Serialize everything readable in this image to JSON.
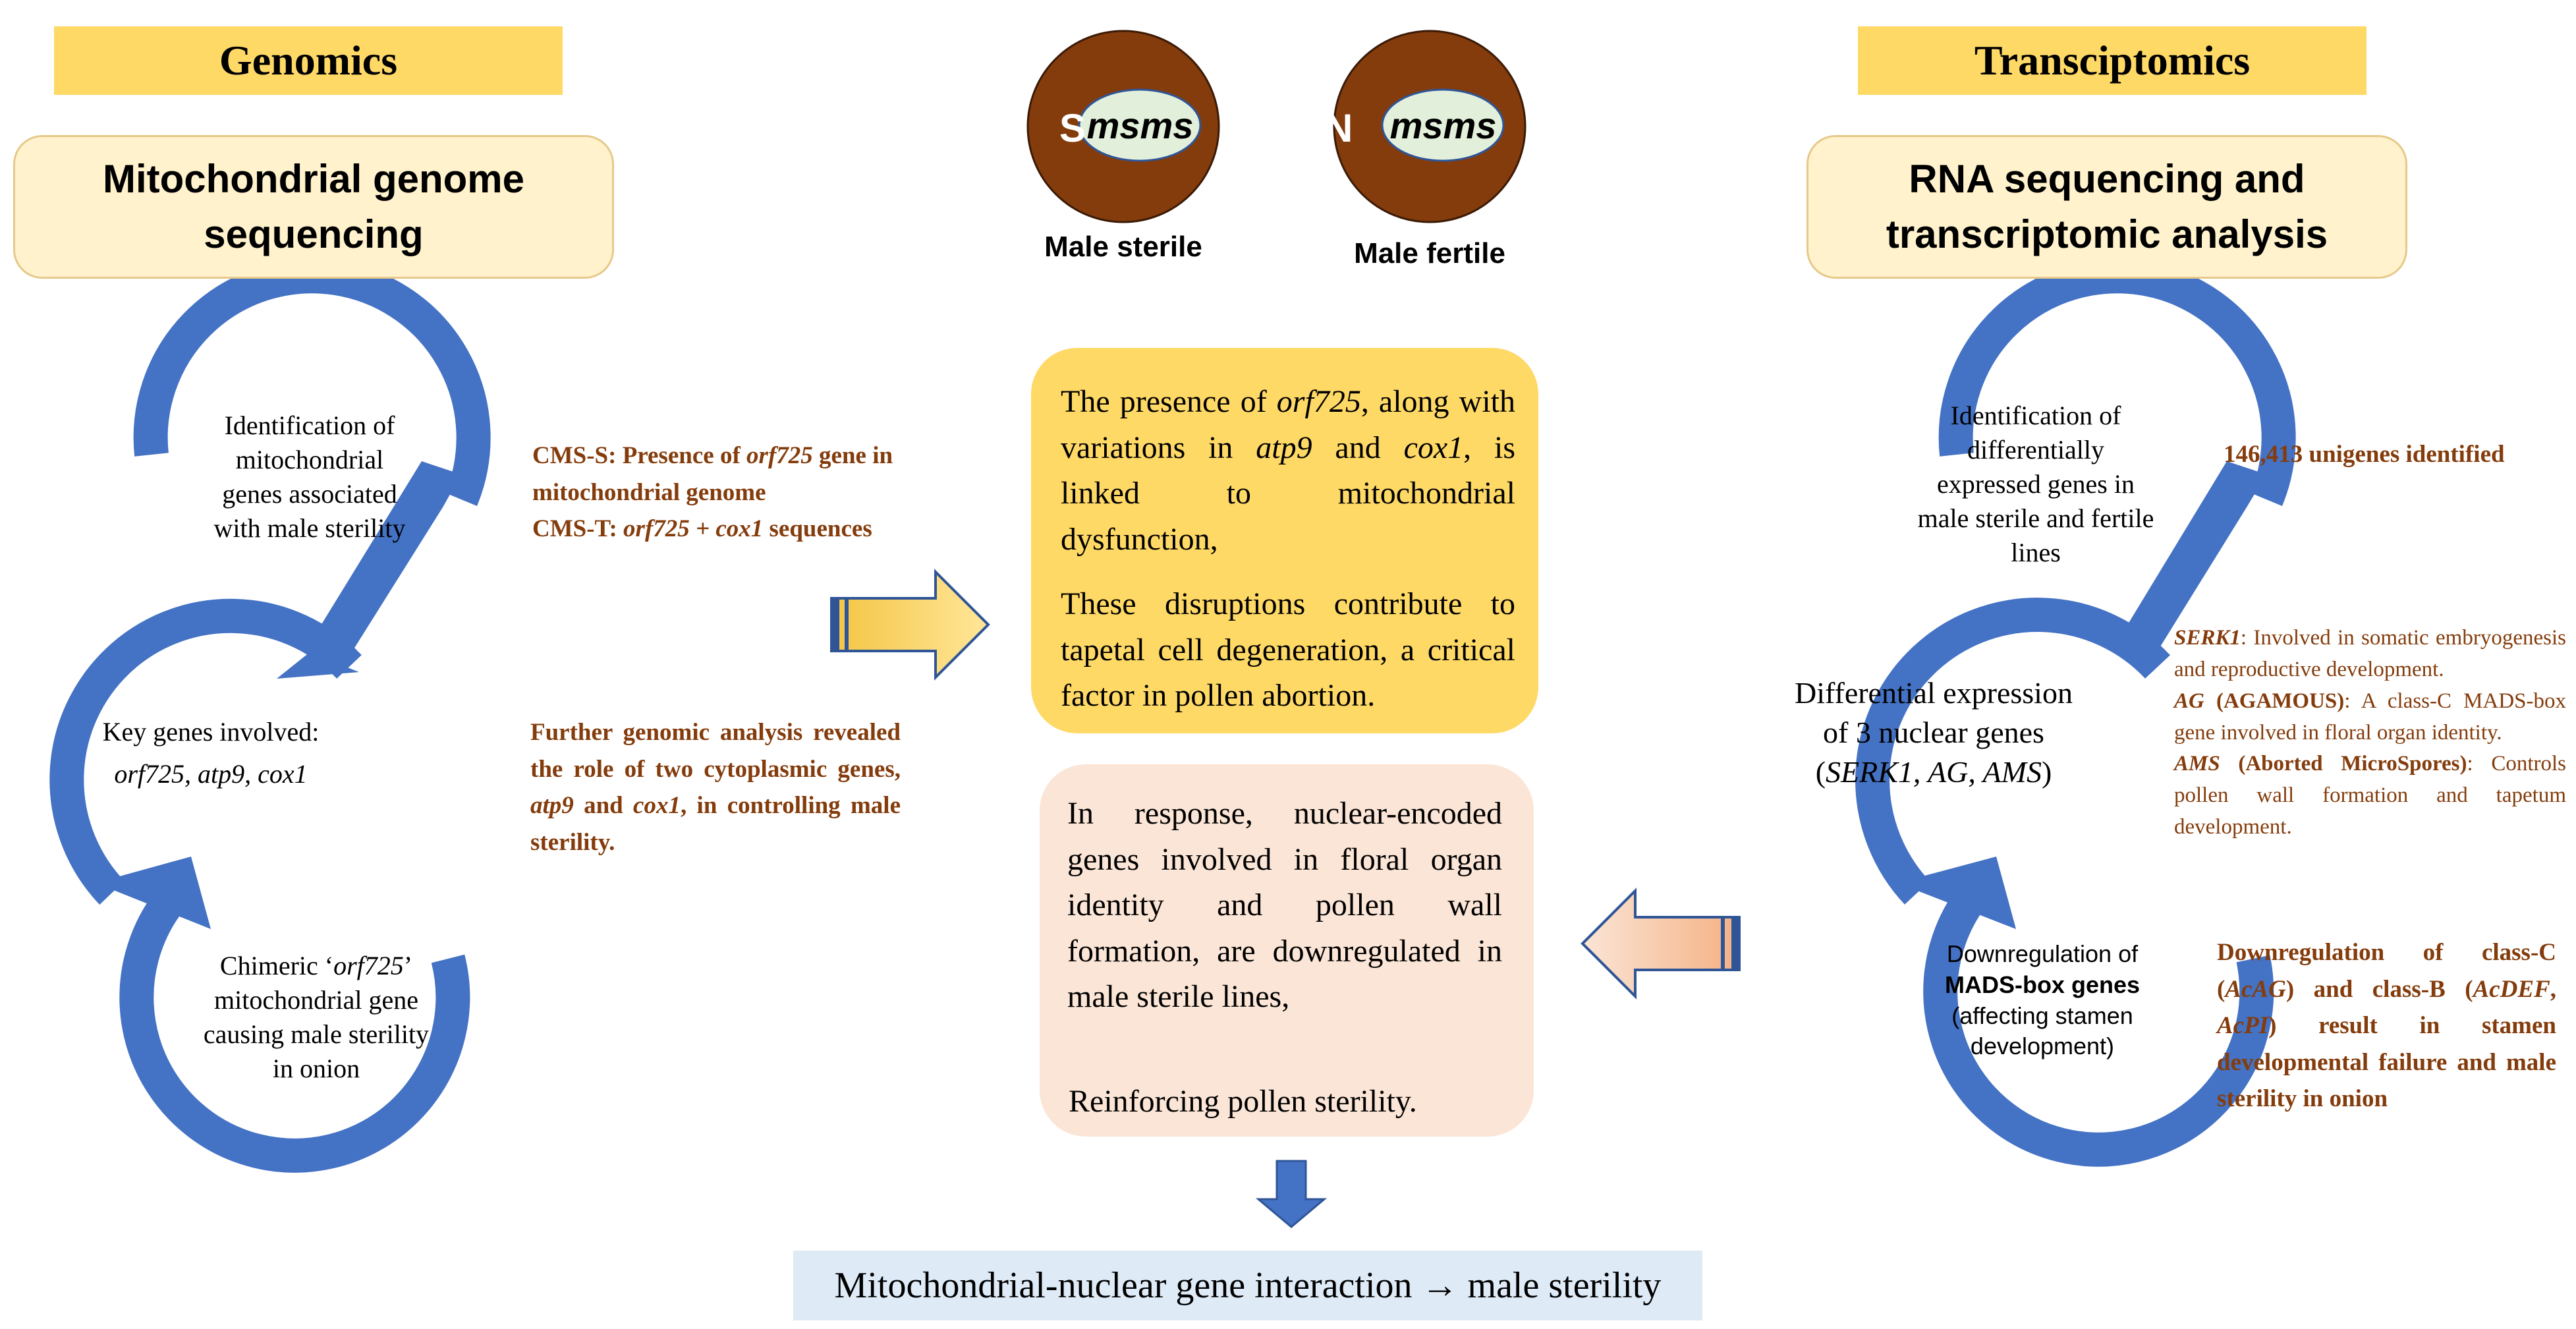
{
  "genomics": {
    "tag": "Genomics",
    "title": "Mitochondrial genome sequencing",
    "step1": "Identification of mitochondrial genes associated with male sterility",
    "step2_line1": "Key genes involved:",
    "step2_line2": "orf725, atp9, cox1",
    "step3_a": "Chimeric ‘",
    "step3_b": "orf725",
    "step3_c": "’ mitochondrial gene causing male sterility in onion",
    "note1_a": "CMS-S: Presence of ",
    "note1_b": "orf725",
    "note1_c": " gene in mitochondrial genome",
    "note2_a": "CMS-T: ",
    "note2_b": "orf725 + cox1",
    "note2_c": " sequences",
    "note3_a": "Further genomic analysis revealed the role of two cytoplasmic genes, ",
    "note3_b": "atp9",
    "note3_c": " and ",
    "note3_d": "cox1",
    "note3_e": ", in controlling male sterility."
  },
  "transcriptomics": {
    "tag": "Transciptomics",
    "title": "RNA sequencing and transcriptomic analysis",
    "step1": "Identification of differentially expressed genes in male sterile and fertile lines",
    "step2_a": "Differential expression of 3 nuclear genes (",
    "step2_b": "SERK1, AG, AMS",
    "step2_c": ")",
    "step3_a": "Downregulation of ",
    "step3_b": "MADS-box genes",
    "step3_c": "(affecting stamen development)",
    "unigenes": "146,413 unigenes identified",
    "serk1_name": "SERK1",
    "serk1_desc": ": Involved in somatic embryogenesis and reproductive development.",
    "ag_name": "AG",
    "ag_full": " (AGAMOUS)",
    "ag_desc": ": A class-C MADS-box gene involved in floral organ identity.",
    "ams_name": "AMS",
    "ams_full": " (Aborted MicroSpores)",
    "ams_desc": ": Controls pollen wall formation and tapetum development.",
    "mads_a": "Downregulation of class-C (",
    "mads_b": "AcAG",
    "mads_c": ") and class-B (",
    "mads_d": "AcDEF",
    "mads_e": ", ",
    "mads_f": "AcPI",
    "mads_g": ") result in stamen developmental failure and male sterility in onion"
  },
  "cells": {
    "sterile_letter": "S",
    "sterile_genotype": "msms",
    "sterile_label": "Male sterile",
    "fertile_letter": "N",
    "fertile_genotype": "msms",
    "fertile_label": "Male fertile"
  },
  "center": {
    "box1_a": "The presence of ",
    "box1_b": "orf725",
    "box1_c": ", along with variations in ",
    "box1_d": "atp9",
    "box1_e": " and ",
    "box1_f": "cox1",
    "box1_g": ", is linked to mitochondrial dysfunction,",
    "box1_h": "These disruptions contribute to tapetal cell degeneration, a critical factor in pollen abortion.",
    "box2_a": "In response, nuclear-encoded genes involved in floral organ identity and pollen wall formation, are downregulated in male sterile lines,",
    "box2_b": "Reinforcing pollen sterility.",
    "conclusion": "Mitochondrial-nuclear gene interaction → male sterility"
  },
  "colors": {
    "arc_blue": "#4472c4",
    "cell_brown": "#843c0c",
    "nucleus": "#e2efda",
    "tag_yellow": "#ffd966",
    "box_yellow": "#ffd966",
    "box_peach": "#fbe5d6",
    "title_cream": "#fff2cc",
    "conclusion_blue": "#deebf7",
    "note_brown": "#843c0c"
  }
}
